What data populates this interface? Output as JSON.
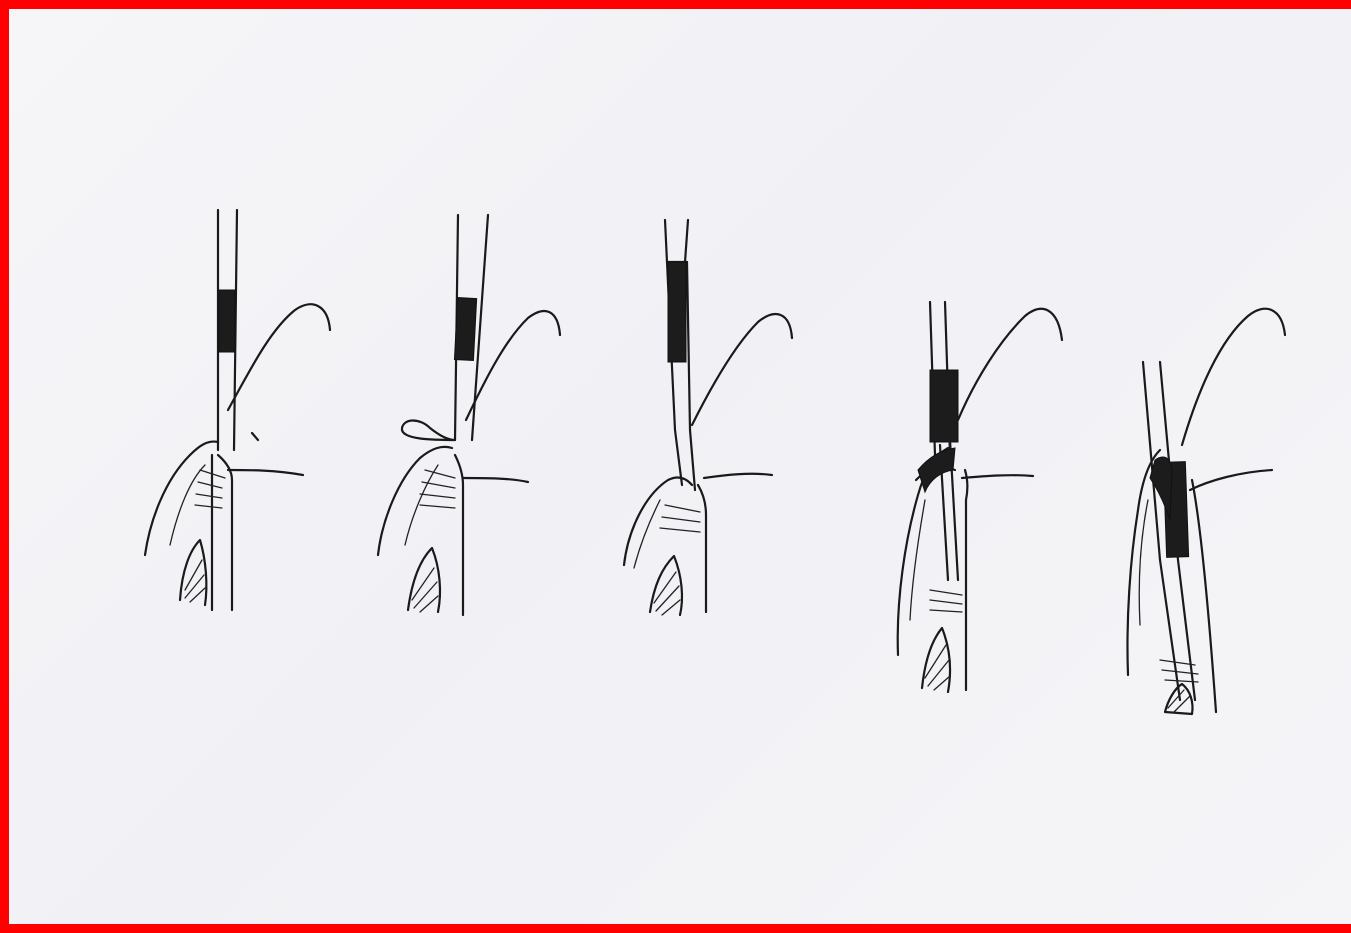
{
  "figure": {
    "panel_count": 5,
    "border_color": "#ff0000",
    "background_color": "#f4f4f7",
    "ink_color": "#1a1a1a",
    "panels": [
      {
        "name": "probe-insertion-step-1"
      },
      {
        "name": "probe-insertion-step-2"
      },
      {
        "name": "probe-insertion-step-3"
      },
      {
        "name": "probe-insertion-step-4"
      },
      {
        "name": "probe-insertion-step-5"
      }
    ]
  }
}
